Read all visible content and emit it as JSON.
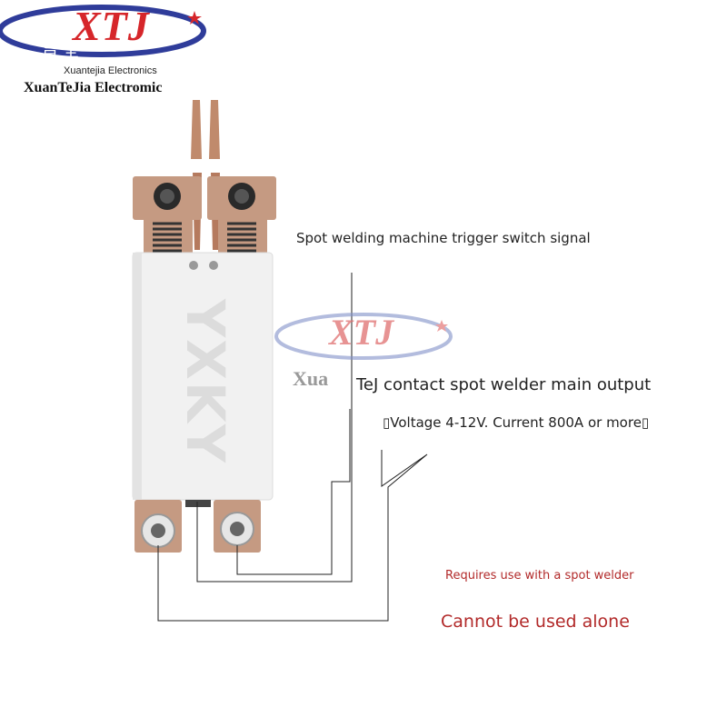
{
  "logo": {
    "mark": "XTJ",
    "cn_glyphs": "旨 全",
    "subtitle": "Xuantejia Electronics",
    "brand_name": "XuanTeJia Electromic",
    "colors": {
      "ring": "#2f3c9a",
      "mark": "#d6262a",
      "star": "#d6262a"
    }
  },
  "product": {
    "body_text": "YXKY",
    "colors": {
      "copper": "#c59a82",
      "body": "#f1f1f1"
    }
  },
  "watermark": {
    "mark": "XTJ",
    "brand_partial": "Xua"
  },
  "annotations": {
    "trigger": "Spot welding machine trigger switch signal",
    "main_output": "TeJ contact spot welder main output",
    "spec": "▯Voltage 4-12V. Current 800A or more▯",
    "req": "Requires use with a spot welder",
    "alone": "Cannot be used alone"
  }
}
